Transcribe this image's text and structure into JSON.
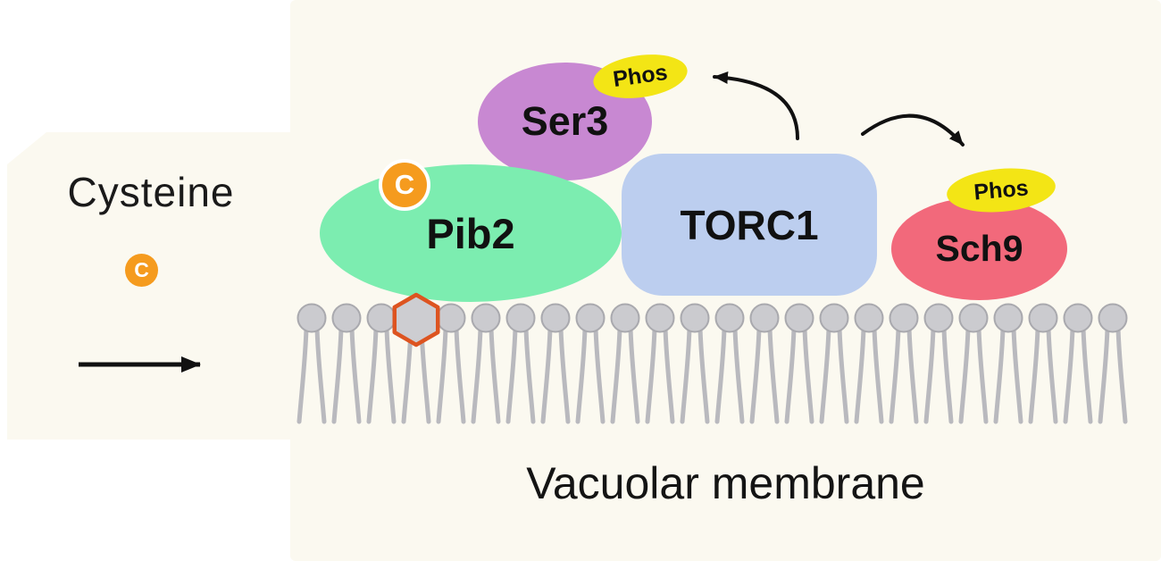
{
  "left_panel": {
    "label": "Cysteine",
    "cysteine_badge": "C"
  },
  "proteins": {
    "pib2": {
      "label": "Pib2",
      "c_badge": "C",
      "color": "#7cedb0"
    },
    "ser3": {
      "label": "Ser3",
      "phos_badge": "Phos",
      "color": "#c888d2"
    },
    "torc1": {
      "label": "TORC1",
      "color": "#bcceef"
    },
    "sch9": {
      "label": "Sch9",
      "phos_badge": "Phos",
      "color": "#f2697b"
    }
  },
  "membrane": {
    "label": "Vacuolar membrane",
    "lipid_count": 24
  },
  "colors": {
    "panel_background": "#fbf9f0",
    "badge_orange": "#f59b1e",
    "phos_yellow": "#f3e515",
    "hexagon_outline": "#dd5420",
    "lipid_gray": "#cbcbcf",
    "arrow_black": "#111111"
  }
}
